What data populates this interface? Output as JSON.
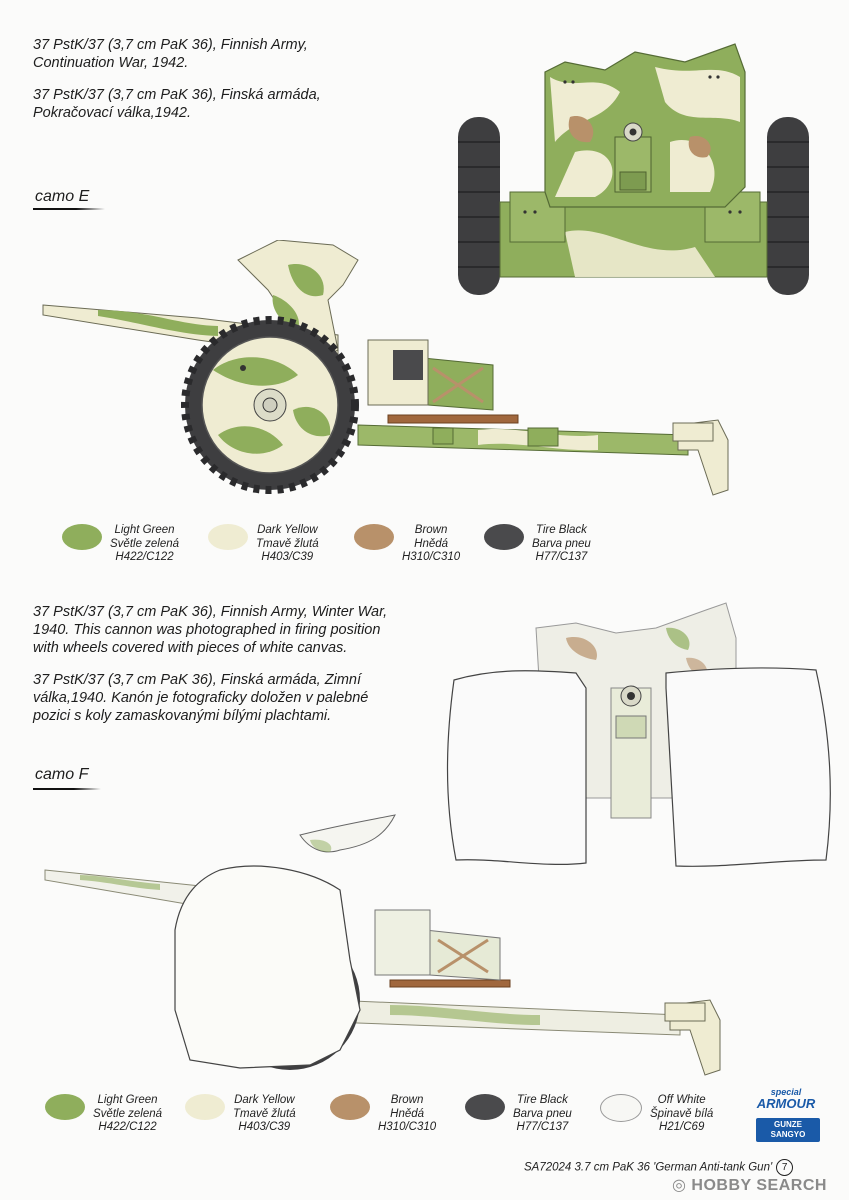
{
  "camo_e": {
    "caption_en": "37 PstK/37 (3,7 cm PaK 36), Finnish Army, Continuation War, 1942.",
    "caption_cz": "37 PstK/37 (3,7 cm PaK 36), Finská armáda, Pokračovací válka,1942.",
    "label": "camo E",
    "swatches": [
      {
        "name": "Light Green",
        "name_cz": "Světle zelená",
        "code": "H422/C122",
        "color": "#8fae5c"
      },
      {
        "name": "Dark Yellow",
        "name_cz": "Tmavě žlutá",
        "code": "H403/C39",
        "color": "#efecd2"
      },
      {
        "name": "Brown",
        "name_cz": "Hnědá",
        "code": "H310/C310",
        "color": "#b8916a"
      },
      {
        "name": "Tire Black",
        "name_cz": "Barva pneu",
        "code": "H77/C137",
        "color": "#4a4a4c"
      }
    ]
  },
  "camo_f": {
    "caption_en": "37 PstK/37 (3,7 cm PaK 36), Finnish Army, Winter War, 1940. This cannon was photographed in firing position with wheels covered with pieces of white canvas.",
    "caption_cz": "37 PstK/37 (3,7 cm PaK 36), Finská armáda, Zimní válka,1940. Kanón je fotograficky doložen v palebné pozici s koly zamaskovanými bílými plachtami.",
    "label": "camo F",
    "swatches": [
      {
        "name": "Light Green",
        "name_cz": "Světle zelená",
        "code": "H422/C122",
        "color": "#8fae5c"
      },
      {
        "name": "Dark Yellow",
        "name_cz": "Tmavě žlutá",
        "code": "H403/C39",
        "color": "#efecd2"
      },
      {
        "name": "Brown",
        "name_cz": "Hnědá",
        "code": "H310/C310",
        "color": "#b8916a"
      },
      {
        "name": "Tire Black",
        "name_cz": "Barva pneu",
        "code": "H77/C137",
        "color": "#4a4a4c"
      },
      {
        "name": "Off White",
        "name_cz": "Špinavě bílá",
        "code": "H21/C69",
        "color": "#f7f7f4"
      }
    ]
  },
  "footer": {
    "product": "SA72024  3.7 cm PaK 36 'German Anti-tank Gun'",
    "page_number": "7"
  },
  "logos": {
    "special": "special",
    "armour": "ARMOUR",
    "gunze_1": "GUNZE",
    "gunze_2": "SANGYO"
  },
  "watermark": "HOBBY SEARCH",
  "colors": {
    "light_green": "#8fae5c",
    "dark_yellow": "#efecd2",
    "brown": "#b8916a",
    "tire_black": "#4a4a4c",
    "off_white": "#f7f7f4"
  }
}
